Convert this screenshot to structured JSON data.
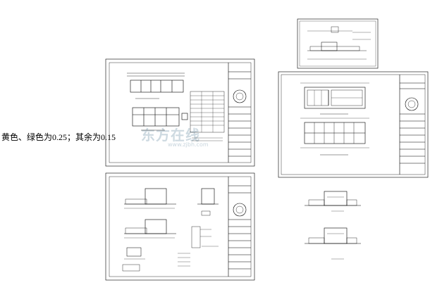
{
  "note": "黄色、绿色为0.25；其余为0.15",
  "watermark": {
    "text": "东方在线",
    "sub": "www.zjbh.com"
  },
  "colors": {
    "line": "#000000",
    "background": "#ffffff",
    "watermark": "#c9d6de"
  }
}
